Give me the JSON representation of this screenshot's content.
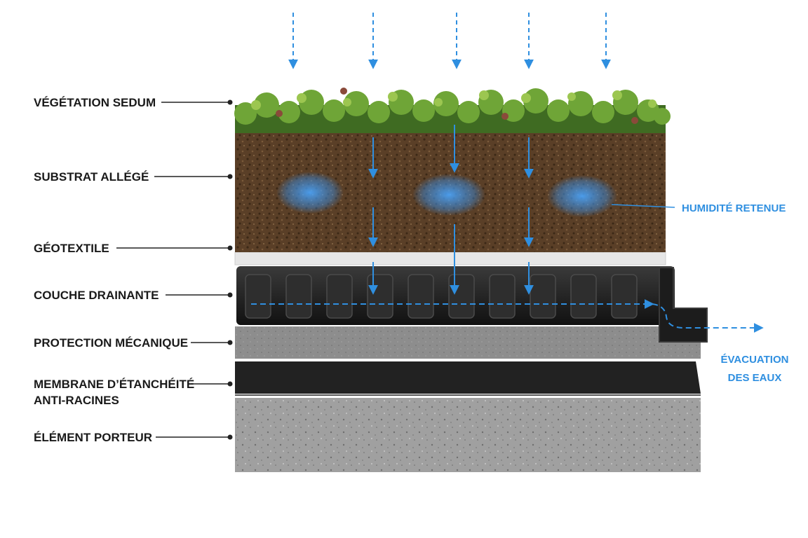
{
  "labels": {
    "vegetation": "VÉGÉTATION SEDUM",
    "substrat": "SUBSTRAT ALLÉGÉ",
    "geotextile": "GÉOTEXTILE",
    "drainante": "COUCHE DRAINANTE",
    "protection": "PROTECTION MÉCANIQUE",
    "membrane_line1": "MEMBRANE D’ÉTANCHÉITÉ",
    "membrane_line2": "ANTI-RACINES",
    "porteur": "ÉLÉMENT PORTEUR"
  },
  "annotations": {
    "humidite": "HUMIDITÉ RETENUE",
    "evacuation_line1": "ÉVACUATION",
    "evacuation_line2": "DES EAUX"
  },
  "colors": {
    "water": "#2f8fe0",
    "soil": "#5a3f27",
    "vegetation": "#5d8f2e",
    "geotextile": "#e6e6e6",
    "drain": "#1c1c1c",
    "protection": "#8d8d8d",
    "membrane": "#222222",
    "concrete": "#9c9c9c"
  }
}
